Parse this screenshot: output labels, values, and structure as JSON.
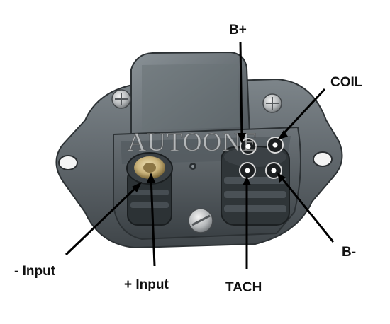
{
  "labels": {
    "b_plus": "B+",
    "coil": "COIL",
    "minus_input": "- Input",
    "plus_input": "+ Input",
    "tach": "TACH",
    "b_minus": "B-"
  },
  "watermark": "AUTOONE",
  "colors": {
    "body_dark": "#3d4347",
    "body_mid": "#5a6166",
    "body_light": "#7d858a",
    "leader": "#000000",
    "brass": "#c9b27a"
  }
}
